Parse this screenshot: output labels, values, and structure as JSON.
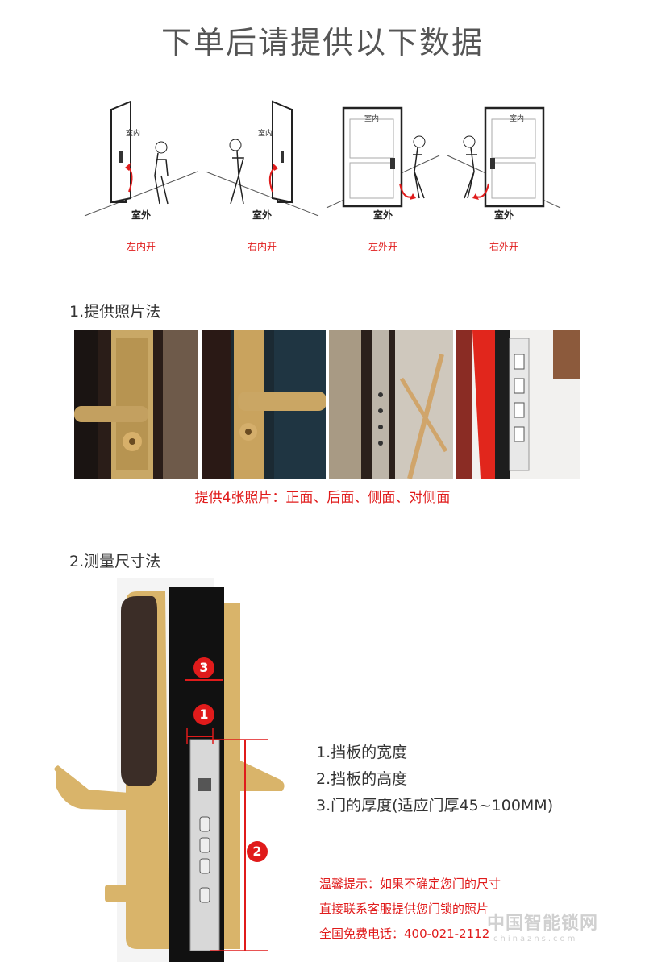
{
  "title": "下单后请提供以下数据",
  "doors": [
    {
      "inside": "室内",
      "outside": "室外",
      "caption": "左内开"
    },
    {
      "inside": "室内",
      "outside": "室外",
      "caption": "右内开"
    },
    {
      "inside": "室内",
      "outside": "室外",
      "caption": "左外开"
    },
    {
      "inside": "室内",
      "outside": "室外",
      "caption": "右外开"
    }
  ],
  "photo_section": {
    "heading": "1.提供照片法",
    "caption": "提供4张照片：正面、后面、侧面、对侧面"
  },
  "measure_section": {
    "heading": "2.测量尺寸法",
    "markers": [
      "1",
      "2",
      "3"
    ],
    "items": [
      "1.挡板的宽度",
      "2.挡板的高度",
      "3.门的厚度(适应门厚45~100MM)"
    ],
    "tips": [
      "温馨提示：如果不确定您门的尺寸",
      "直接联系客服提供您门锁的照片",
      "全国免费电话：400-021-2112"
    ]
  },
  "watermark": {
    "main": "中国智能锁网",
    "sub": "chinazns.com"
  },
  "colors": {
    "accent_red": "#e01b1b",
    "gold": "#d9b46a"
  }
}
